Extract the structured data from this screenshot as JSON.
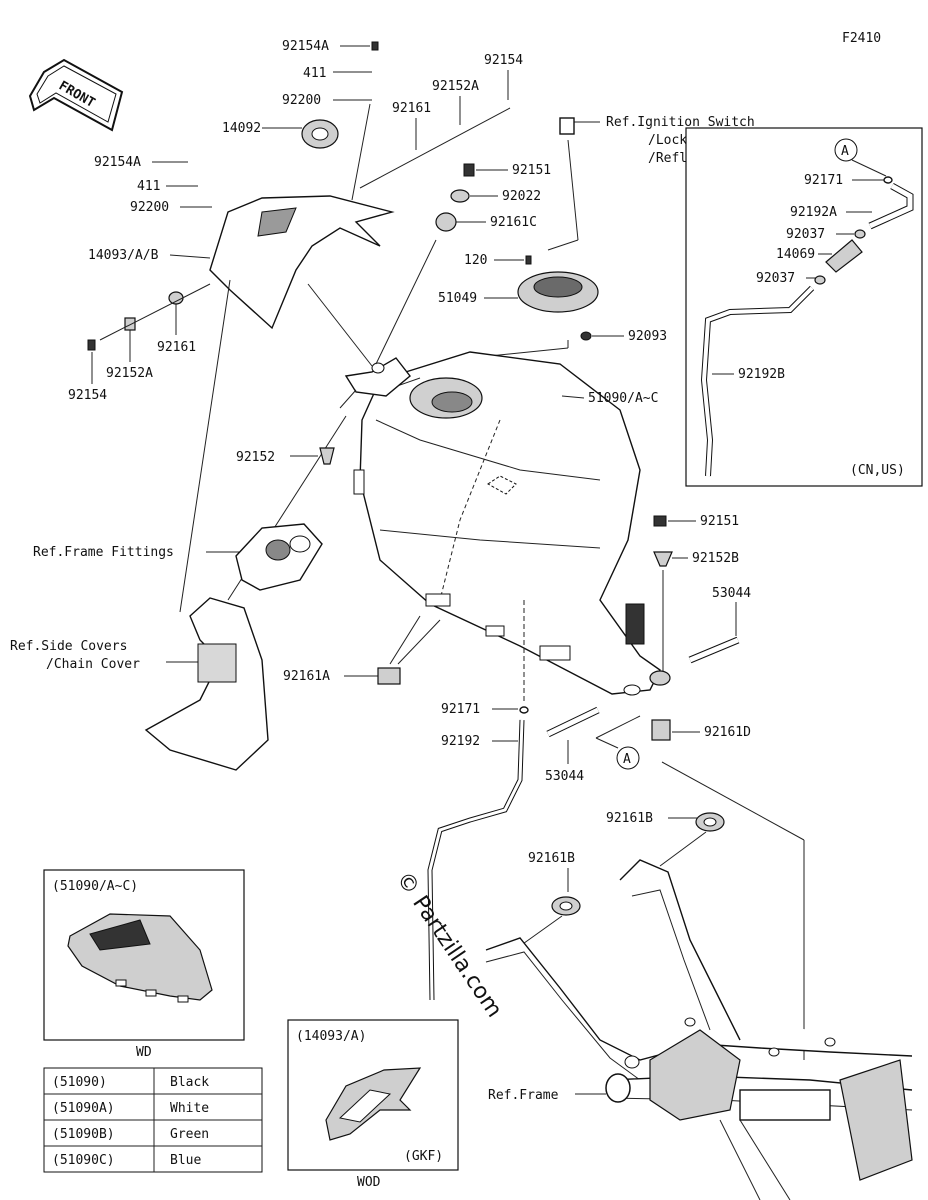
{
  "figure_code": "F2410",
  "front_label": "FRONT",
  "watermark": "© Partzilla.com",
  "callouts": {
    "p92154A_top": "92154A",
    "p411_top": "411",
    "p92200_top": "92200",
    "p14092": "14092",
    "p92161_top": "92161",
    "p92152A_top": "92152A",
    "p92154_top": "92154",
    "p92154A_left": "92154A",
    "p411_left": "411",
    "p92200_left": "92200",
    "p14093": "14093/A/B",
    "p92161_left": "92161",
    "p92152A_left": "92152A",
    "p92154_left": "92154",
    "p92151_top": "92151",
    "p92022": "92022",
    "p92161C": "92161C",
    "p120": "120",
    "p51049": "51049",
    "p92093": "92093",
    "p51090": "51090/A~C",
    "p92152_mid": "92152",
    "ref_ignition_1": "Ref.Ignition Switch",
    "ref_ignition_2": "/Locks",
    "ref_ignition_3": "/Reflectors",
    "ref_frame_fittings": "Ref.Frame Fittings",
    "ref_side_covers_1": "Ref.Side Covers",
    "ref_side_covers_2": "/Chain Cover",
    "p92161A": "92161A",
    "p92171_mid": "92171",
    "p92192_mid": "92192",
    "p53044_bottom": "53044",
    "p53044_right": "53044",
    "p92151_right": "92151",
    "p92152B": "92152B",
    "p92161D": "92161D",
    "p92161B_right": "92161B",
    "p92161B_mid": "92161B",
    "ref_frame": "Ref.Frame",
    "marker_A": "A"
  },
  "inset_cn_us": {
    "marker": "A",
    "p92171": "92171",
    "p92192A": "92192A",
    "p92037_a": "92037",
    "p14069": "14069",
    "p92037_b": "92037",
    "p92192B": "92192B",
    "region": "(CN,US)"
  },
  "inset_wd": {
    "title": "(51090/A~C)",
    "caption": "WD"
  },
  "inset_wod": {
    "title": "(14093/A)",
    "note": "(GKF)",
    "caption": "WOD"
  },
  "color_table": [
    {
      "part": "(51090)",
      "color": "Black"
    },
    {
      "part": "(51090A)",
      "color": "White"
    },
    {
      "part": "(51090B)",
      "color": "Green"
    },
    {
      "part": "(51090C)",
      "color": "Blue"
    }
  ]
}
